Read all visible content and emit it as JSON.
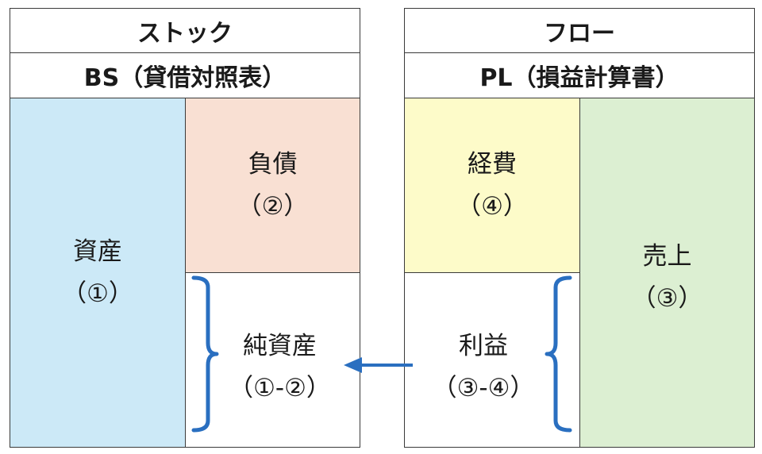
{
  "bs": {
    "category": "ストック",
    "title": "BS（貸借対照表）",
    "assets": {
      "label": "資産",
      "value": "（①）",
      "color": "#cce9f7"
    },
    "liabilities": {
      "label": "負債",
      "value": "（②）",
      "color": "#f9e0d3"
    },
    "net_assets": {
      "label": "純資産",
      "value": "（①-②）",
      "color": "#ffffff"
    }
  },
  "pl": {
    "category": "フロー",
    "title": "PL（損益計算書）",
    "expenses": {
      "label": "経費",
      "value": "（④）",
      "color": "#fdfbc9"
    },
    "profit": {
      "label": "利益",
      "value": "（③-④）",
      "color": "#ffffff"
    },
    "sales": {
      "label": "売上",
      "value": "（③）",
      "color": "#dcefd2"
    }
  },
  "colors": {
    "bracket": "#2a6fc0",
    "arrow": "#2a6fc0",
    "border": "#3a3a3a"
  }
}
